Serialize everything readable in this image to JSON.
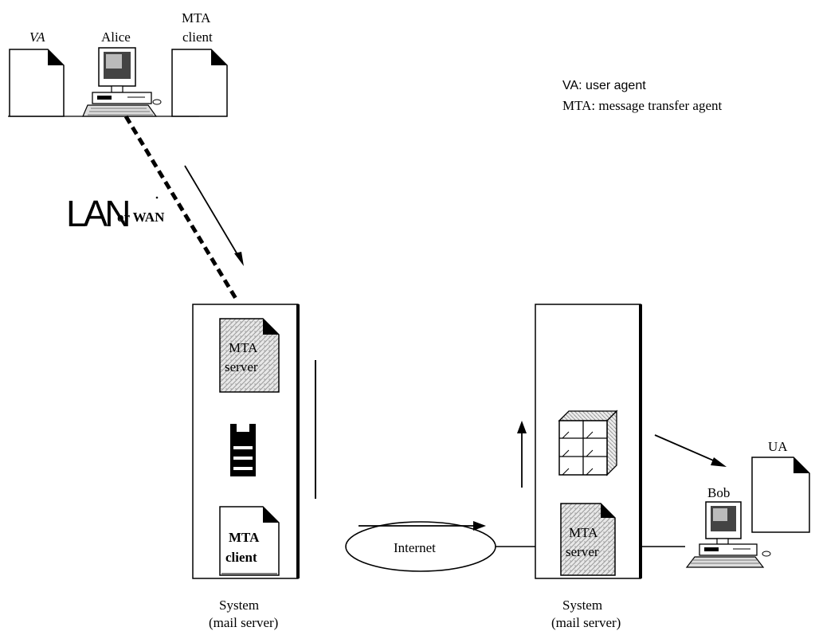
{
  "legend": {
    "line1": "VA: user agent",
    "line2": "MTA: message transfer agent"
  },
  "alice": {
    "left_doc": "VA",
    "name": "Alice",
    "right_doc_line1": "MTA",
    "right_doc_line2": "client"
  },
  "link": {
    "lan": "LAN",
    "or_wan": "or WAN"
  },
  "left_system": {
    "top_doc_line1": "MTA",
    "top_doc_line2": "server",
    "bottom_doc_line1": "MTA",
    "bottom_doc_line2": "client",
    "caption_line1": "System",
    "caption_line2": "(mail server)"
  },
  "internet": {
    "label": "Internet"
  },
  "right_system": {
    "doc_line1": "MTA",
    "doc_line2": "server",
    "caption_line1": "System",
    "caption_line2": "(mail server)"
  },
  "bob": {
    "name": "Bob",
    "doc": "UA"
  }
}
